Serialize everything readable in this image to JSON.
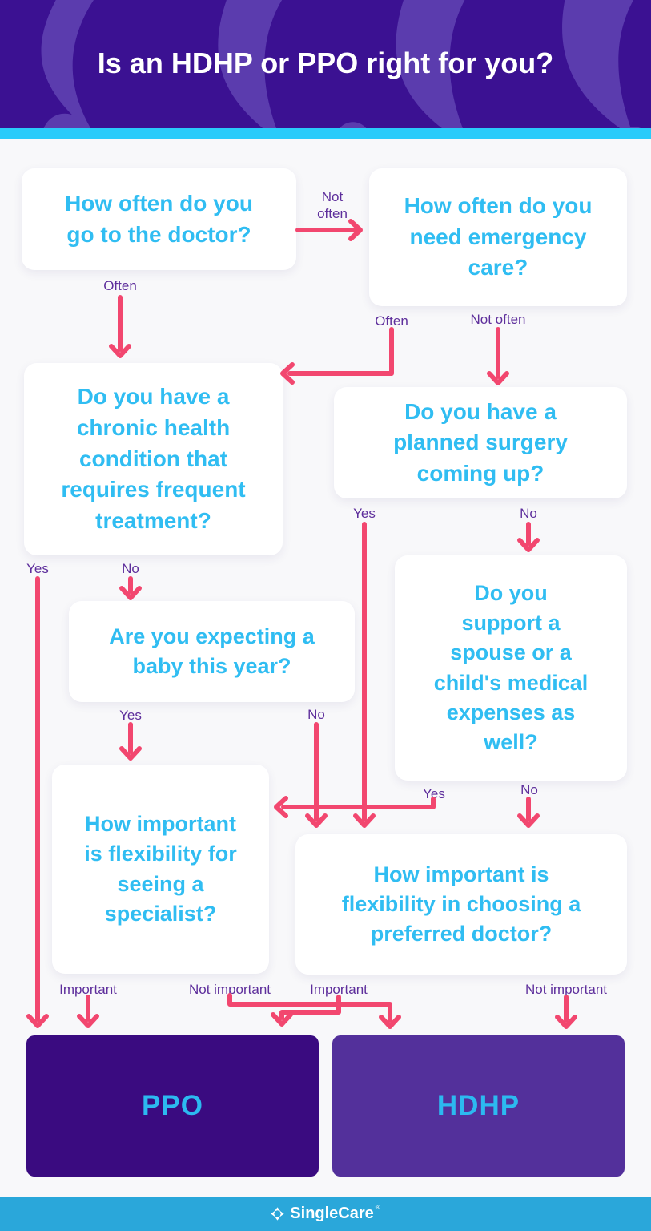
{
  "header": {
    "title": "Is an HDHP or PPO right for you?"
  },
  "questions": [
    {
      "id": "doctor-frequency",
      "text": "How often do you\ngo to the doctor?"
    },
    {
      "id": "emergency-care",
      "text": "How often do you\nneed emergency\ncare?"
    },
    {
      "id": "chronic-condition",
      "text": "Do you have a\nchronic health\ncondition that\nrequires frequent\ntreatment?"
    },
    {
      "id": "planned-surgery",
      "text": "Do you have a\nplanned surgery\ncoming up?"
    },
    {
      "id": "expecting-baby",
      "text": "Are you expecting a\nbaby this year?"
    },
    {
      "id": "support-spouse",
      "text": "Do you\nsupport a\nspouse or a\nchild's medical\nexpenses as\nwell?"
    },
    {
      "id": "specialist-flex",
      "text": "How important\nis flexibility for\nseeing a\nspecialist?"
    },
    {
      "id": "preferred-doctor",
      "text": "How important is\nflexibility in choosing a\npreferred doctor?"
    }
  ],
  "edge_labels": [
    {
      "id": "doctor-often",
      "text": "Often"
    },
    {
      "id": "doctor-not-often",
      "text": "Not\noften"
    },
    {
      "id": "emergency-often",
      "text": "Often"
    },
    {
      "id": "emergency-not-often",
      "text": "Not often"
    },
    {
      "id": "chronic-yes",
      "text": "Yes"
    },
    {
      "id": "chronic-no",
      "text": "No"
    },
    {
      "id": "surgery-yes",
      "text": "Yes"
    },
    {
      "id": "surgery-no",
      "text": "No"
    },
    {
      "id": "baby-yes",
      "text": "Yes"
    },
    {
      "id": "baby-no",
      "text": "No"
    },
    {
      "id": "spouse-yes",
      "text": "Yes"
    },
    {
      "id": "spouse-no",
      "text": "No"
    },
    {
      "id": "specialist-important",
      "text": "Important"
    },
    {
      "id": "specialist-not-important",
      "text": "Not important"
    },
    {
      "id": "doctor-flex-important",
      "text": "Important"
    },
    {
      "id": "doctor-flex-not-important",
      "text": "Not important"
    }
  ],
  "results": [
    {
      "id": "ppo",
      "label": "PPO"
    },
    {
      "id": "hdhp",
      "label": "HDHP"
    }
  ],
  "footer": {
    "brand": "SingleCare",
    "registered_mark": "®"
  },
  "colors": {
    "header_bg": "#3B1192",
    "header_swoosh": "#5B3CAE",
    "accent_stripe": "#29CBFA",
    "page_bg": "#F8F8FA",
    "question_text": "#30BDF2",
    "label_text": "#5E2F9C",
    "arrow": "#F2476F",
    "ppo_bg": "#3A0B80",
    "hdhp_bg": "#53309B",
    "result_text": "#2CB9F0",
    "footer_bg": "#2AA7DA",
    "box_bg": "#FFFFFF",
    "title_text": "#FFFFFF"
  }
}
